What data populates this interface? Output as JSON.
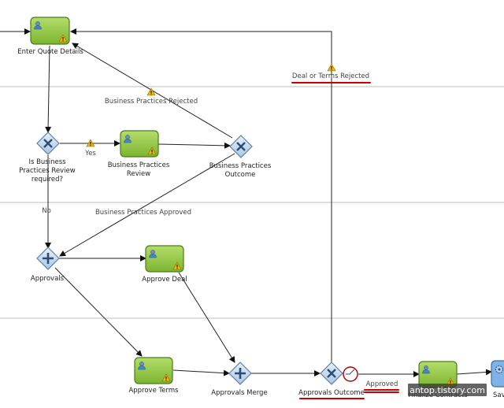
{
  "lanes": [
    "lane-1",
    "lane-2",
    "lane-3",
    "lane-4"
  ],
  "tasks": {
    "enter_quote": "Enter Quote Details",
    "bp_review_1": "Business Practices",
    "bp_review_2": "Review",
    "approve_deal": "Approve Deal",
    "approve_terms": "Approve Terms",
    "finalize": "Finalize Contracts",
    "save": "Sav"
  },
  "gateways": {
    "bp_required_1": "Is Business",
    "bp_required_2": "Practices Review",
    "bp_required_3": "required?",
    "bp_outcome_1": "Business Practices",
    "bp_outcome_2": "Outcome",
    "approvals": "Approvals",
    "approvals_merge": "Approvals Merge",
    "approvals_outcome": "Approvals Outcome"
  },
  "flows": {
    "yes": "Yes",
    "no": "No",
    "bp_rejected": "Business Practices Rejected",
    "bp_approved": "Business Practices Approved",
    "deal_rejected": "Deal or Terms Rejected",
    "approved": "Approved"
  },
  "watermark": "antop.tistory.com",
  "colors": {
    "task_fill": "#8fc63f",
    "task_border": "#4d7a1c",
    "gateway_fill": "#c9dcef",
    "gateway_border": "#5b7fa6",
    "highlight": "#cc0000",
    "warning": "#f2b705"
  },
  "icons": [
    "user-icon",
    "warning-icon",
    "exclusive-gateway-icon",
    "parallel-gateway-icon",
    "timer-event-icon",
    "gear-icon"
  ]
}
